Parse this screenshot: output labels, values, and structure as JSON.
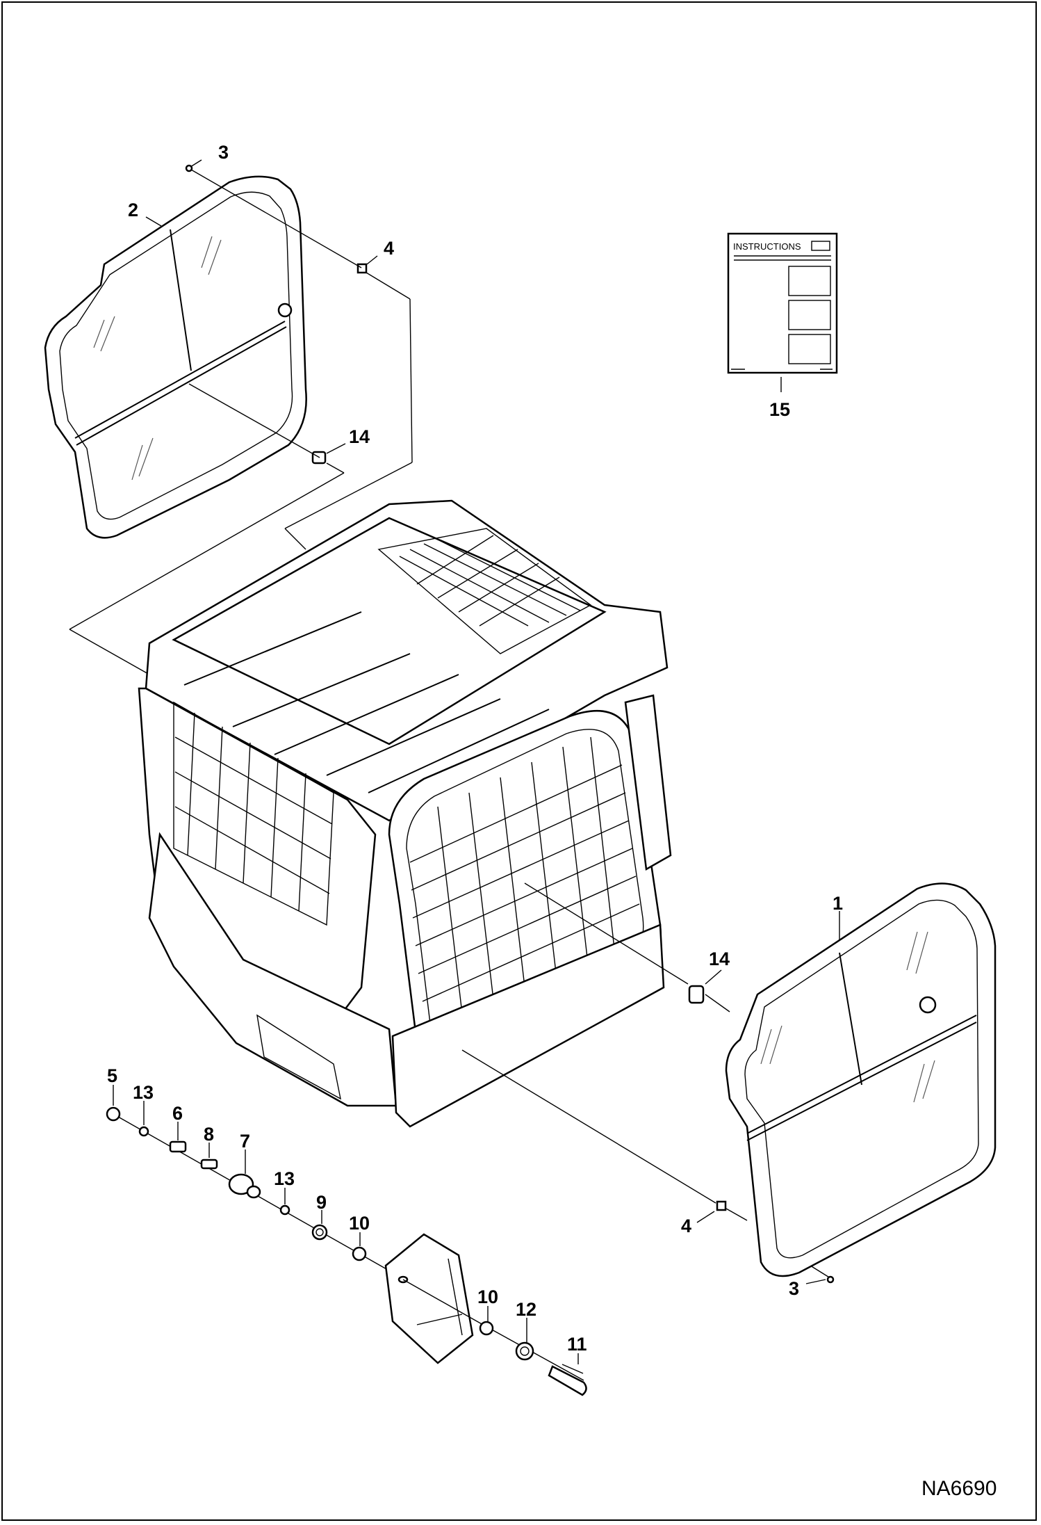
{
  "callouts": [
    {
      "id": "c3a",
      "label": "3"
    },
    {
      "id": "c2",
      "label": "2"
    },
    {
      "id": "c4a",
      "label": "4"
    },
    {
      "id": "c14a",
      "label": "14"
    },
    {
      "id": "c15",
      "label": "15"
    },
    {
      "id": "c1",
      "label": "1"
    },
    {
      "id": "c14b",
      "label": "14"
    },
    {
      "id": "c4b",
      "label": "4"
    },
    {
      "id": "c3b",
      "label": "3"
    },
    {
      "id": "c5",
      "label": "5"
    },
    {
      "id": "c13a",
      "label": "13"
    },
    {
      "id": "c6",
      "label": "6"
    },
    {
      "id": "c8",
      "label": "8"
    },
    {
      "id": "c7",
      "label": "7"
    },
    {
      "id": "c13b",
      "label": "13"
    },
    {
      "id": "c9",
      "label": "9"
    },
    {
      "id": "c10a",
      "label": "10"
    },
    {
      "id": "c10b",
      "label": "10"
    },
    {
      "id": "c12",
      "label": "12"
    },
    {
      "id": "c11",
      "label": "11"
    }
  ],
  "instructions_card": {
    "title": "INSTRUCTIONS"
  },
  "drawing_id": "NA6690"
}
